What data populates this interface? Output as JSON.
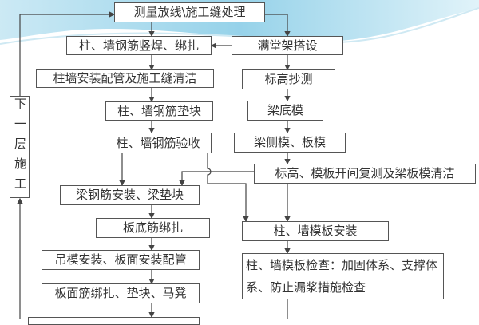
{
  "colors": {
    "line": "#444444",
    "box_border": "#555555",
    "wave": "#8fd0e8"
  },
  "nodes": {
    "survey": "测量放线\\施工缝处理",
    "column_rebar_weld": "柱、墙钢筋竖焊、绑扎",
    "scaffold": "满堂架搭设",
    "conduit_joint_clean": "柱墙安装配管及施工缝清洁",
    "elevation": "标高抄测",
    "rebar_spacer": "柱、墙钢筋垫块",
    "beam_bottom_form": "梁底模",
    "rebar_acceptance": "柱、墙钢筋验收",
    "beam_side_slab_form": "梁侧模、板模",
    "recheck_clean": "标高、模板开间复测及梁板模清洁",
    "beam_rebar": "梁钢筋安装、梁垫块",
    "slab_bottom_rebar": "板底筋绑扎",
    "column_wall_form": "柱、墙模板安装",
    "hanging_form": "吊模安装、板面安装配管",
    "form_inspection": "柱、墙模板检查：加固体系、支撑体系、防止漏浆措施检查",
    "slab_top_rebar": "板面筋绑扎、垫块、马凳",
    "next_floor": "下一层施工"
  }
}
